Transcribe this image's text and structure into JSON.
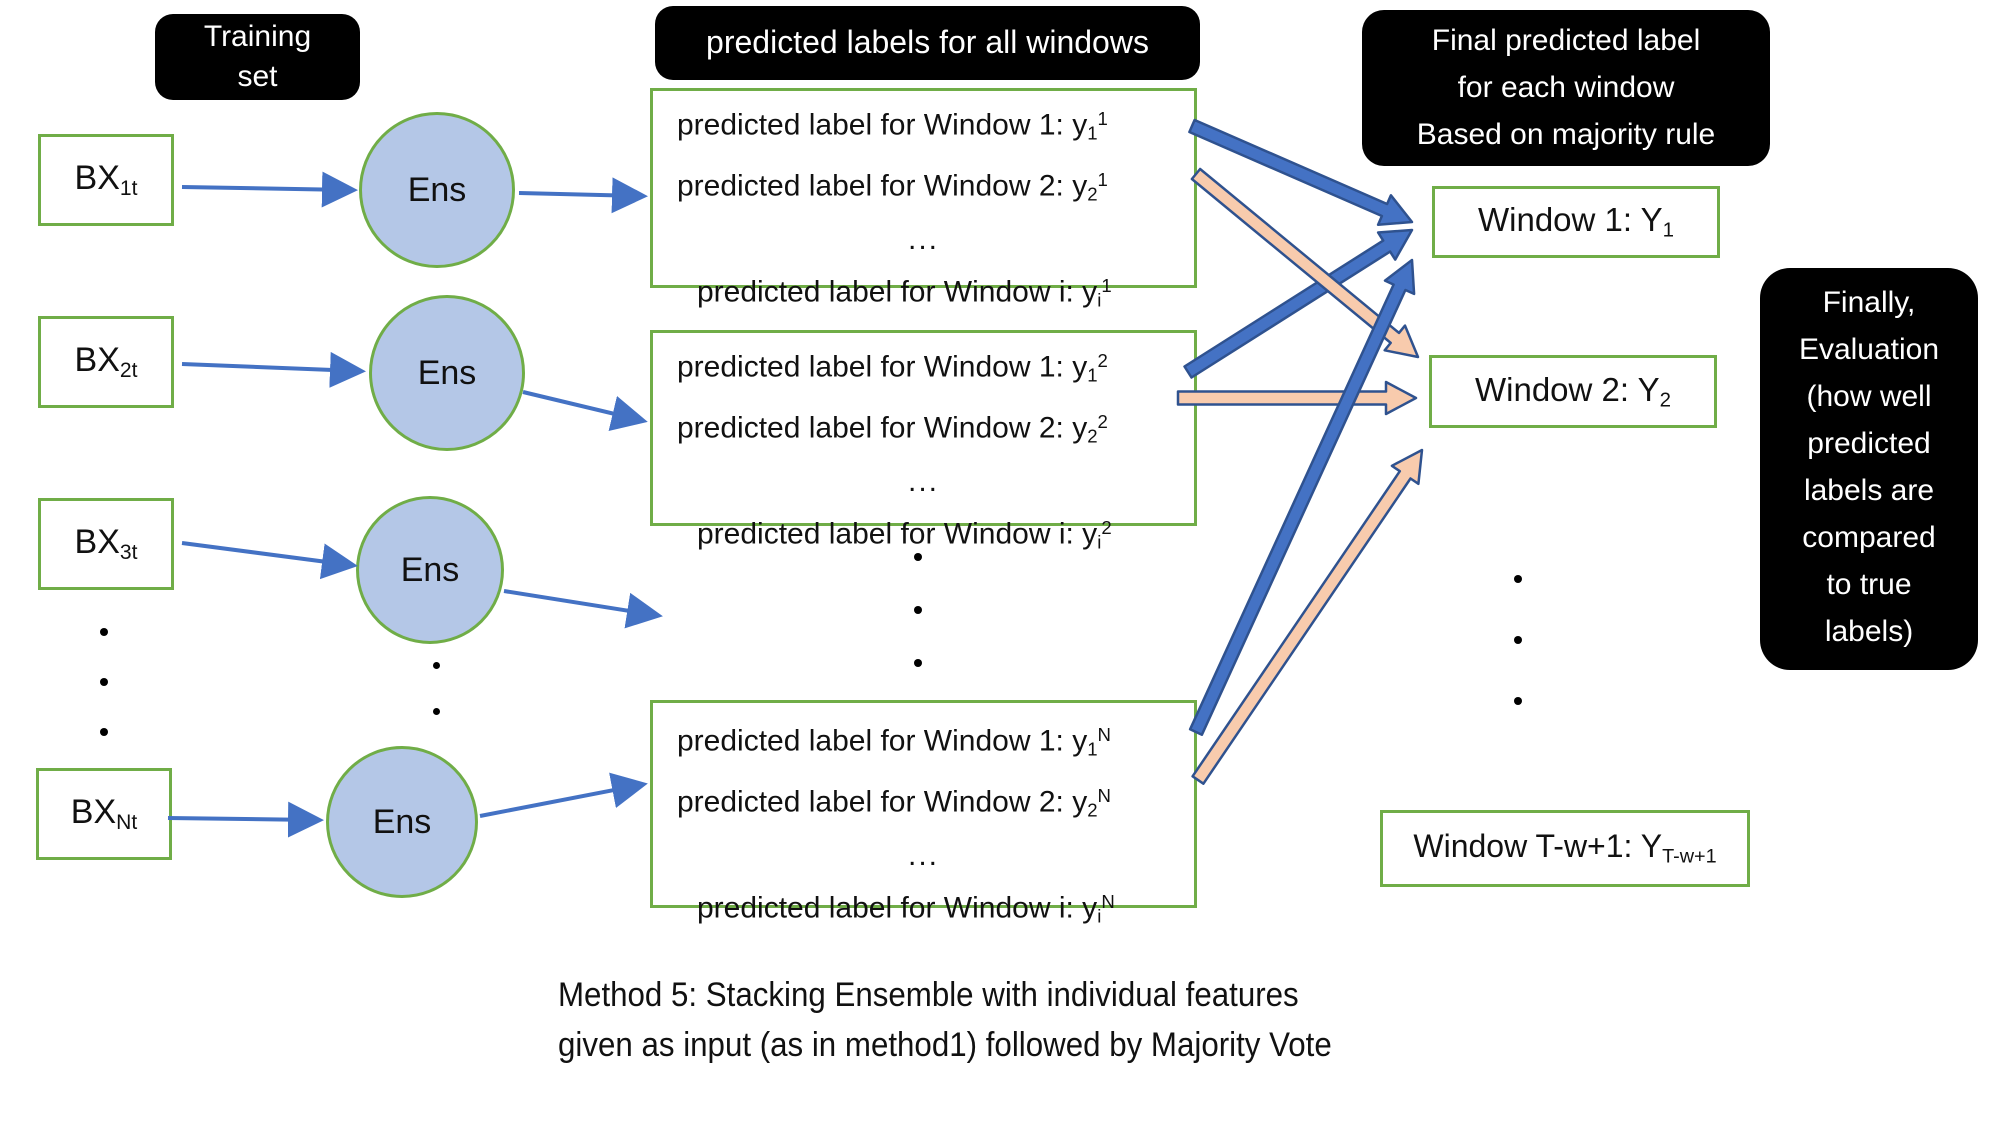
{
  "colors": {
    "green_border": "#70AD47",
    "blue_arrow": "#4472C4",
    "dark_blue_outline": "#2F528F",
    "peach_arrow": "#F8CBAD",
    "circle_fill": "#B4C7E7",
    "black_box": "#000000"
  },
  "training_set_lines": [
    "Training",
    "set"
  ],
  "inputs": [
    {
      "pre": "BX",
      "sub": "1t"
    },
    {
      "pre": "BX",
      "sub": "2t"
    },
    {
      "pre": "BX",
      "sub": "3t"
    },
    {
      "pre": "BX",
      "sub": "Nt"
    }
  ],
  "ens_label": "Ens",
  "predicted_header": "predicted labels for all windows",
  "prediction_boxes": [
    {
      "rows": [
        {
          "pre": "predicted label for Window 1: y",
          "sub": "1",
          "sup": "1"
        },
        {
          "pre": "predicted label for Window 2: y",
          "sub": "2",
          "sup": "1"
        }
      ],
      "ellipsis": "...",
      "last_row": {
        "pre": "predicted label for Window i: y",
        "sub": "i",
        "sup": "1"
      }
    },
    {
      "rows": [
        {
          "pre": "predicted label for Window 1: y",
          "sub": "1",
          "sup": "2"
        },
        {
          "pre": "predicted label for Window 2: y",
          "sub": "2",
          "sup": "2"
        }
      ],
      "ellipsis": "...",
      "last_row": {
        "pre": "predicted label for Window i: y",
        "sub": "i",
        "sup": "2"
      }
    },
    {
      "rows": [
        {
          "pre": "predicted label for Window 1: y",
          "sub": "1",
          "sup": "N"
        },
        {
          "pre": "predicted label for Window 2: y",
          "sub": "2",
          "sup": "N"
        }
      ],
      "ellipsis": "...",
      "last_row": {
        "pre": "predicted label for Window i: y",
        "sub": "i",
        "sup": "N"
      }
    }
  ],
  "final_label_lines": [
    "Final predicted label",
    "for each window",
    "Based on majority rule"
  ],
  "window_boxes": [
    {
      "pre": "Window 1: Y",
      "sub": "1"
    },
    {
      "pre": "Window 2: Y",
      "sub": "2"
    },
    {
      "pre": "Window T-w+1: Y",
      "sub": "T-w+1"
    }
  ],
  "evaluation_lines": [
    "Finally,",
    "Evaluation",
    "(how well",
    "predicted",
    "labels are",
    "compared",
    "to true",
    "labels)"
  ],
  "caption": {
    "line1": "Method 5: Stacking Ensemble with individual features",
    "line2": "given as input (as in method1) followed by Majority Vote"
  }
}
